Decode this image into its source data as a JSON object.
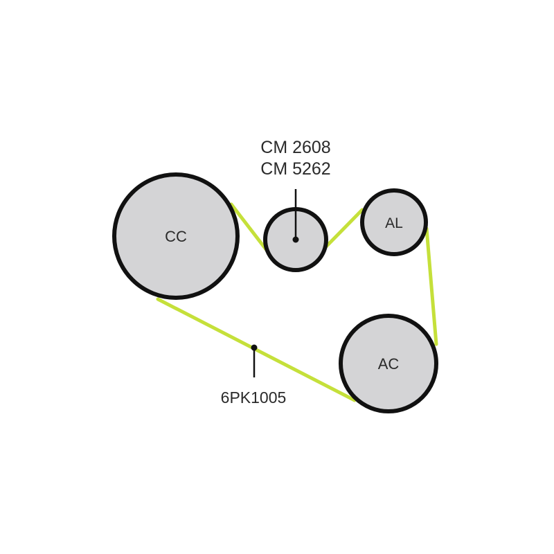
{
  "colors": {
    "belt": "#c5e03a",
    "pulley_fill": "#d4d4d6",
    "stroke": "#111111"
  },
  "pulleys": {
    "cc": {
      "label": "CC"
    },
    "idler": {
      "label": ""
    },
    "al": {
      "label": "AL"
    },
    "ac": {
      "label": "AC"
    }
  },
  "callouts": {
    "idler_line1": "CM 2608",
    "idler_line2": "CM 5262",
    "belt": "6PK1005"
  }
}
